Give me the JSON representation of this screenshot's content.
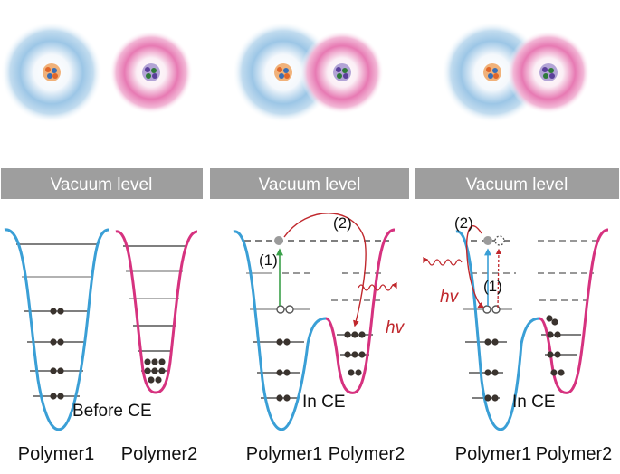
{
  "colors": {
    "polymer1": "#3a9fd6",
    "polymer2": "#d6327f",
    "bar_fill": "#9e9e9e",
    "transfer_arrow": "#c0282d",
    "excitation_arrow": "#3aa04a"
  },
  "panels": [
    {
      "header": "Vacuum level",
      "caption": "Before CE",
      "polymer1_label": "Polymer1",
      "polymer2_label": "Polymer2"
    },
    {
      "header": "Vacuum level",
      "caption": "In CE",
      "polymer1_label": "Polymer1",
      "polymer2_label": "Polymer2",
      "step1_label": "(1)",
      "step2_label": "(2)",
      "emission_label": "hv"
    },
    {
      "header": "Vacuum level",
      "caption": "In CE",
      "polymer1_label": "Polymer1",
      "polymer2_label": "Polymer2",
      "step1_label": "(1)",
      "step2_label": "(2)",
      "emission_label": "hv"
    }
  ]
}
